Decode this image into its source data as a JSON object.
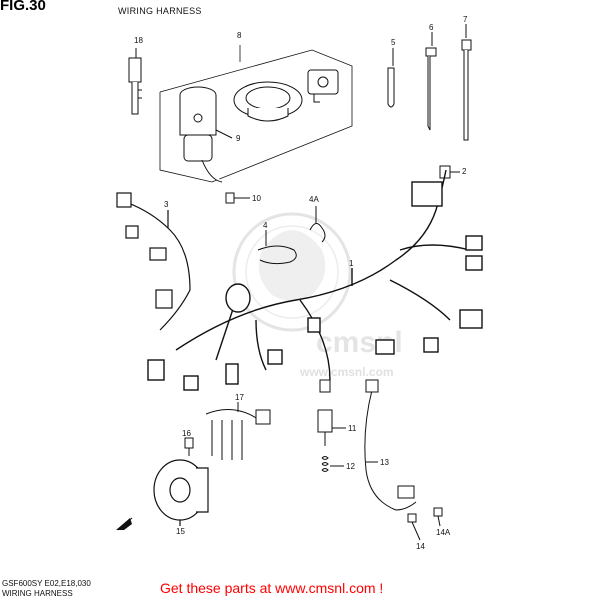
{
  "header": {
    "fig_label": "FIG.30",
    "subtitle": "WIRING HARNESS"
  },
  "footer": {
    "model_code": "GSF600SY E02,E18,030",
    "title": "WIRING HARNESS",
    "cta_text": "Get these parts at www.cmsnl.com !",
    "cta_color": "#ff0000"
  },
  "watermark": {
    "text": "cmsnl",
    "url_text": "www.cmsnl.com"
  },
  "callouts": {
    "c1": "1",
    "c2": "2",
    "c3": "3",
    "c4": "4",
    "c4a": "4A",
    "c5": "5",
    "c6": "6",
    "c7": "7",
    "c8": "8",
    "c9": "9",
    "c10": "10",
    "c11": "11",
    "c12": "12",
    "c13": "13",
    "c14": "14",
    "c14a": "14A",
    "c15": "15",
    "c16": "16",
    "c17": "17",
    "c18": "18"
  }
}
